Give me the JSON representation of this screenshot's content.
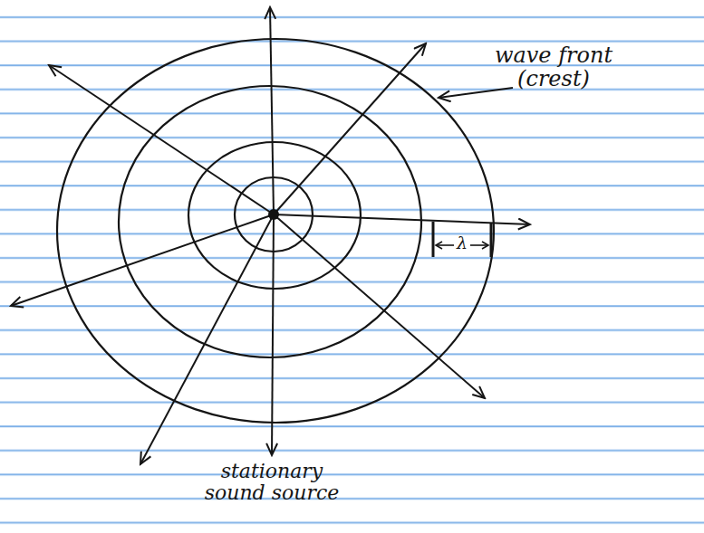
{
  "diagram": {
    "labels": [
      "wave front (crest)",
      "λ",
      "stationary sound source"
    ]
  }
}
